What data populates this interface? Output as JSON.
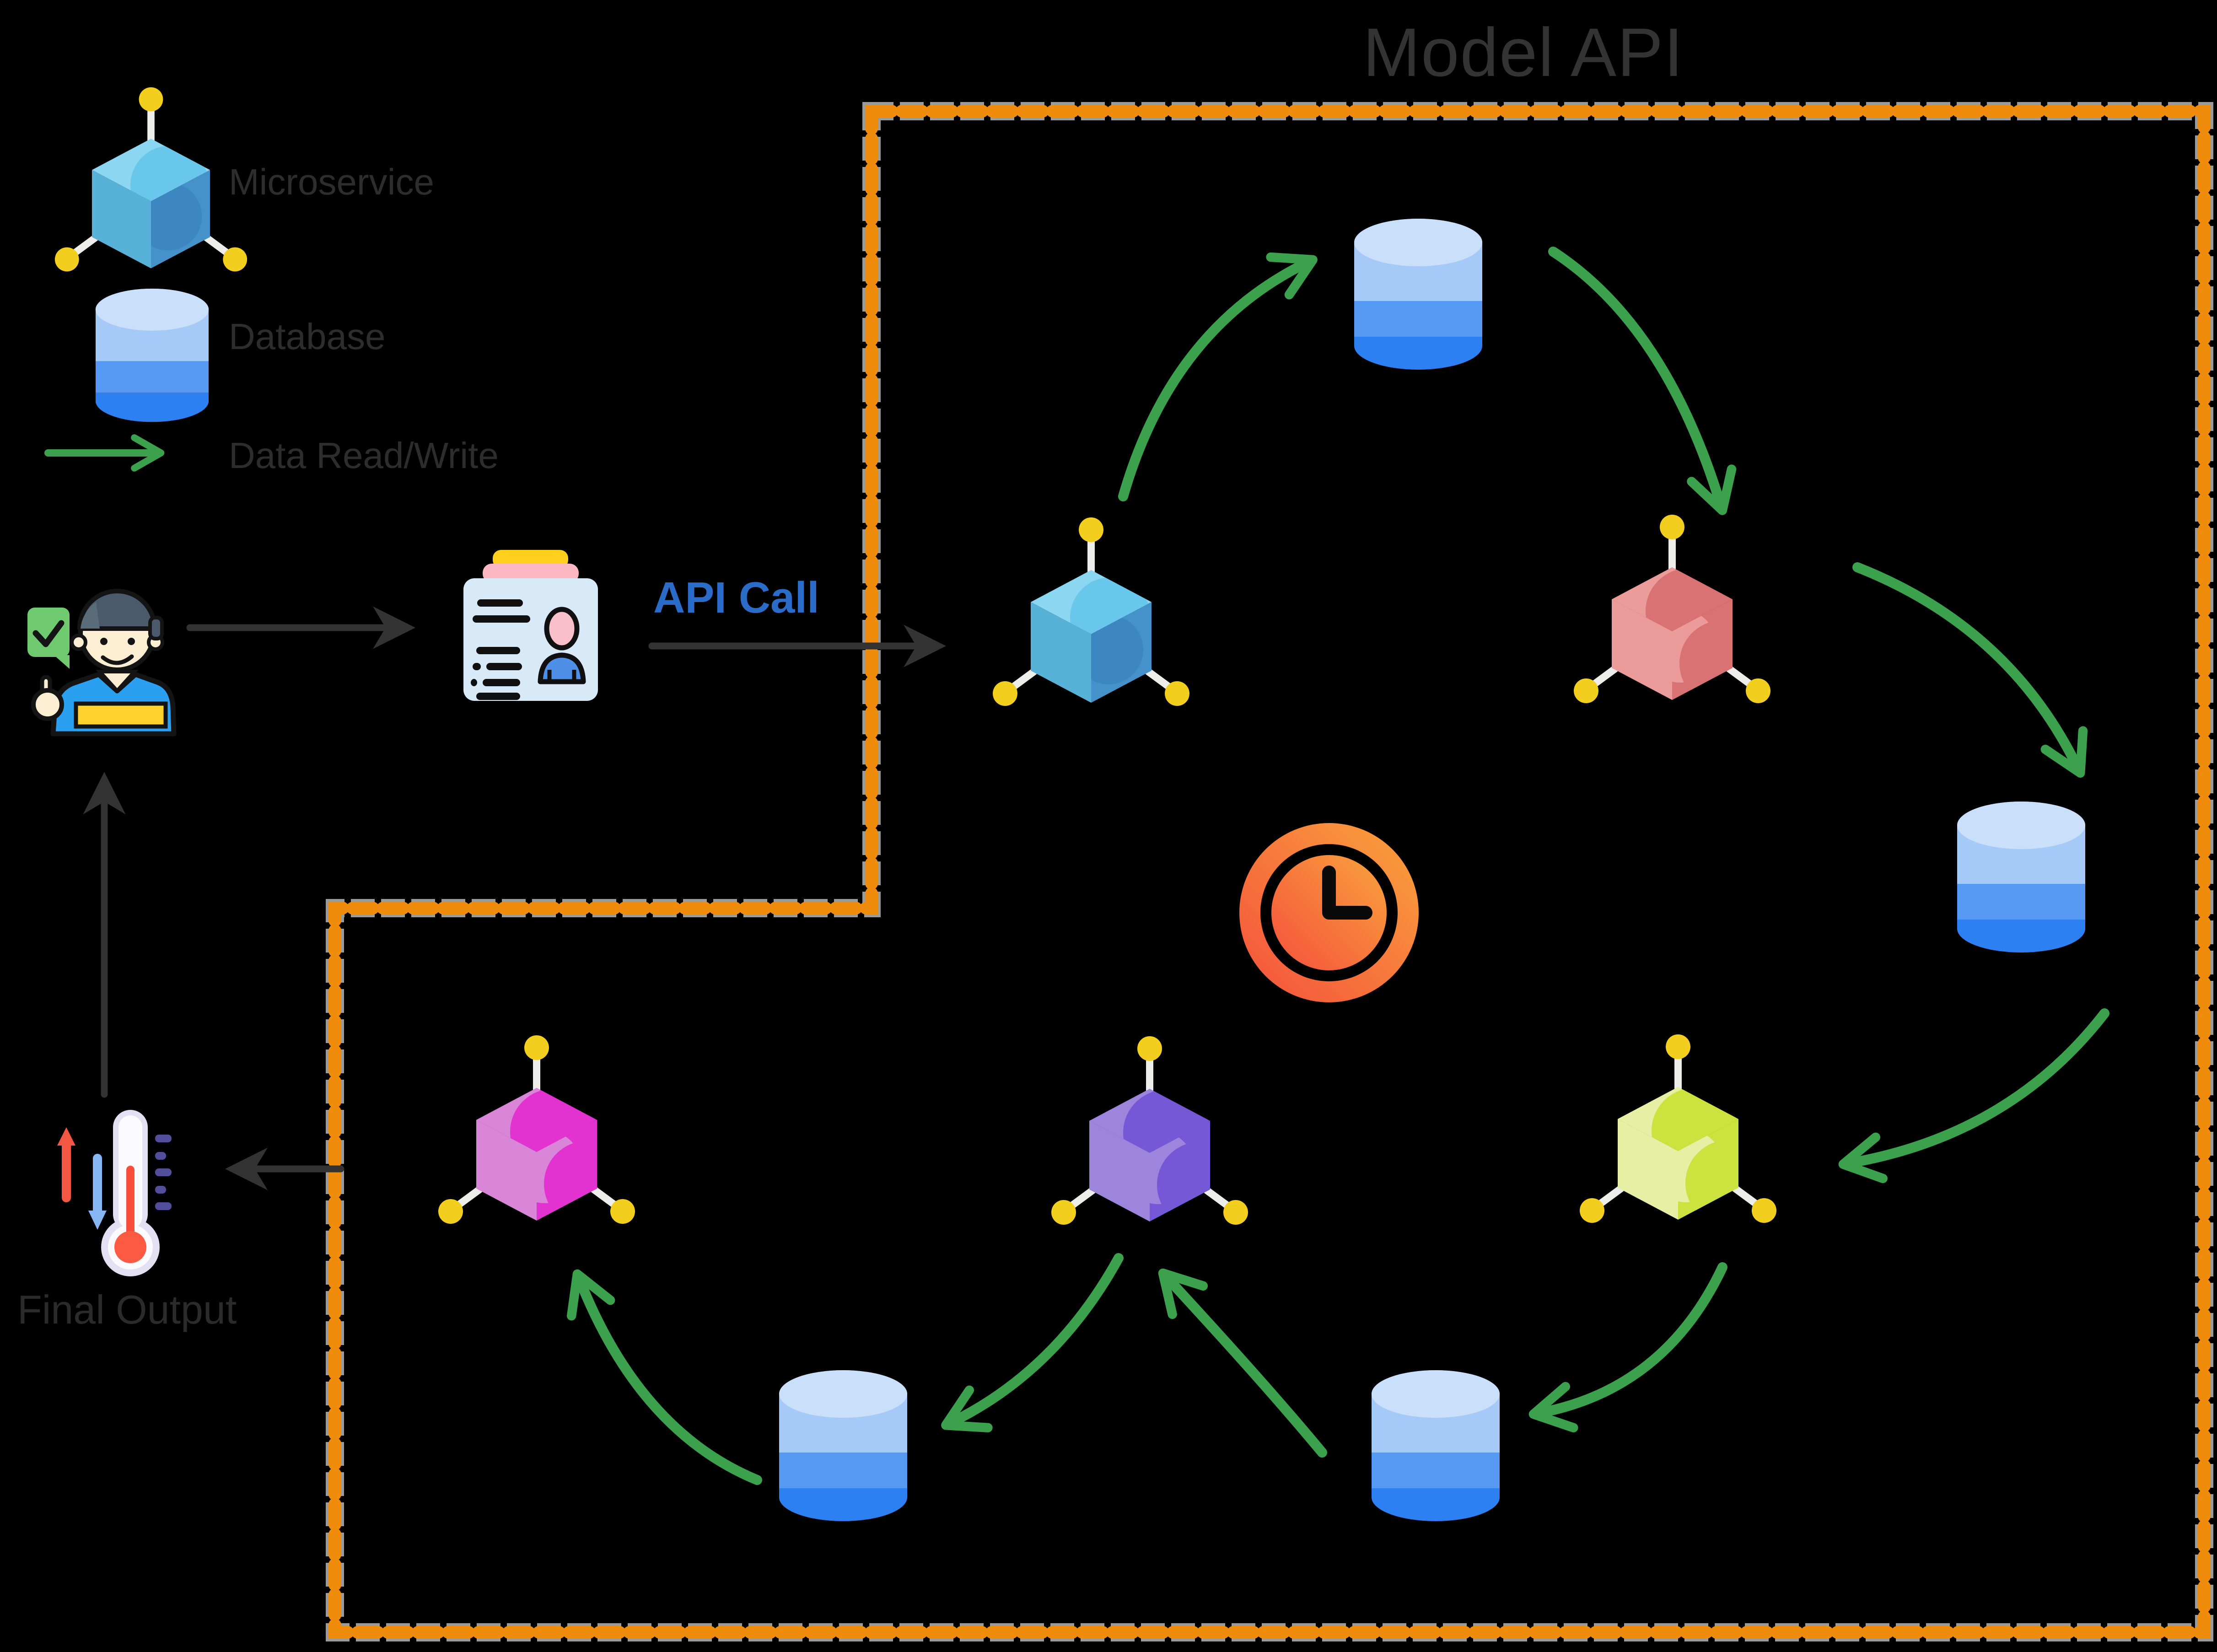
{
  "title": "Model API",
  "legend": {
    "items": [
      {
        "id": "microservice",
        "icon": "microservice-cube-icon",
        "label": "Microservice"
      },
      {
        "id": "database",
        "icon": "database-cylinder-icon",
        "label": "Database"
      },
      {
        "id": "data_rw",
        "icon": "green-arrow-icon",
        "label": "Data Read/Write"
      }
    ]
  },
  "labels": {
    "api_call": "API Call",
    "final_output": "Final Output"
  },
  "colors": {
    "background": "#000000",
    "boundary_dash": "#F08C0C",
    "boundary_halo": "#9B9B9B",
    "data_flow_arrow": "#3BA14C",
    "dark_arrow": "#333333",
    "title_text": "#333333",
    "legend_text": "#2D2D2D",
    "api_call_text": "#2A6CC8",
    "final_output_text": "#2B2B2B",
    "antenna_ball": "#F2CE1E",
    "antenna_stick": "#EDEDEA",
    "database_palette": {
      "top": "#CADFFA",
      "upper": "#A6CAF8",
      "middle": "#5599F3",
      "lower": "#2D80F1"
    }
  },
  "nodes": [
    {
      "id": "legend-microservice",
      "type": "microservice",
      "style": "axis",
      "palette": {
        "top": "#68C7EA",
        "top_hi": "#8BD6F1",
        "left": "#58B1D7",
        "right": "#4592CB",
        "right_lo": "#3C86C1"
      }
    },
    {
      "id": "legend-database",
      "type": "database"
    },
    {
      "id": "svc-cyan",
      "type": "microservice",
      "style": "axis",
      "palette": {
        "top": "#68C7EA",
        "top_hi": "#8BD6F1",
        "left": "#58B1D7",
        "right": "#4592CB",
        "right_lo": "#3C86C1"
      }
    },
    {
      "id": "svc-red",
      "type": "microservice",
      "style": "swirl",
      "palette": {
        "light": "#EC9B9B",
        "main": "#D97272"
      }
    },
    {
      "id": "svc-yellowgreen",
      "type": "microservice",
      "style": "swirl",
      "palette": {
        "light": "#E6EFA4",
        "main": "#CCE23F"
      }
    },
    {
      "id": "svc-purple",
      "type": "microservice",
      "style": "swirl",
      "palette": {
        "light": "#9D85DE",
        "main": "#7458D5"
      }
    },
    {
      "id": "svc-magenta",
      "type": "microservice",
      "style": "swirl",
      "palette": {
        "light": "#D985D8",
        "main": "#E233D0"
      }
    },
    {
      "id": "db-top",
      "type": "database"
    },
    {
      "id": "db-right",
      "type": "database"
    },
    {
      "id": "db-bottom-right",
      "type": "database"
    },
    {
      "id": "db-bottom-mid",
      "type": "database"
    },
    {
      "id": "clock",
      "type": "clock-icon",
      "palette": {
        "grad_from": "#F4503C",
        "grad_to": "#F9A33C",
        "hands": "#0A0A0A"
      }
    },
    {
      "id": "user",
      "type": "user-icon",
      "palette": {
        "cap": "#4A5A6B",
        "cap_front": "#5A6B7A",
        "skin": "#FCEED2",
        "shirt": "#2B9FF0",
        "stripe": "#FFD22E",
        "bubble": "#6FCA6F",
        "outline": "#141414"
      }
    },
    {
      "id": "api-doc",
      "type": "document-icon",
      "palette": {
        "card": "#D8E9F8",
        "bar_yellow": "#FFCF1D",
        "bar_pink": "#FBB8C4",
        "face": "#F9BFCB",
        "body": "#4E90E8",
        "ink": "#101010"
      }
    },
    {
      "id": "final-output-thermometer",
      "type": "thermometer-icon",
      "palette": {
        "shell": "#E2E0F2",
        "inner": "#FBFAFE",
        "mercury": "#F6503C",
        "bulb": "#FB5B43",
        "up_arrow": "#F25743",
        "down_arrow": "#86B7F4",
        "ticks": "#534E9B"
      }
    }
  ],
  "edges": [
    {
      "from": "user",
      "to": "api-doc",
      "kind": "request"
    },
    {
      "from": "api-doc",
      "to": "model-api",
      "kind": "api-call"
    },
    {
      "from": "model-api",
      "to": "final-output-thermometer",
      "kind": "output"
    },
    {
      "from": "final-output-thermometer",
      "to": "user",
      "kind": "feedback"
    },
    {
      "from": "svc-cyan",
      "to": "db-top",
      "kind": "data-read-write"
    },
    {
      "from": "db-top",
      "to": "svc-red",
      "kind": "data-read-write"
    },
    {
      "from": "svc-red",
      "to": "db-right",
      "kind": "data-read-write"
    },
    {
      "from": "db-right",
      "to": "svc-yellowgreen",
      "kind": "data-read-write"
    },
    {
      "from": "svc-yellowgreen",
      "to": "db-bottom-right",
      "kind": "data-read-write"
    },
    {
      "from": "db-bottom-right",
      "to": "svc-purple",
      "kind": "data-read-write"
    },
    {
      "from": "svc-purple",
      "to": "db-bottom-mid",
      "kind": "data-read-write"
    },
    {
      "from": "db-bottom-mid",
      "to": "svc-magenta",
      "kind": "data-read-write"
    }
  ]
}
